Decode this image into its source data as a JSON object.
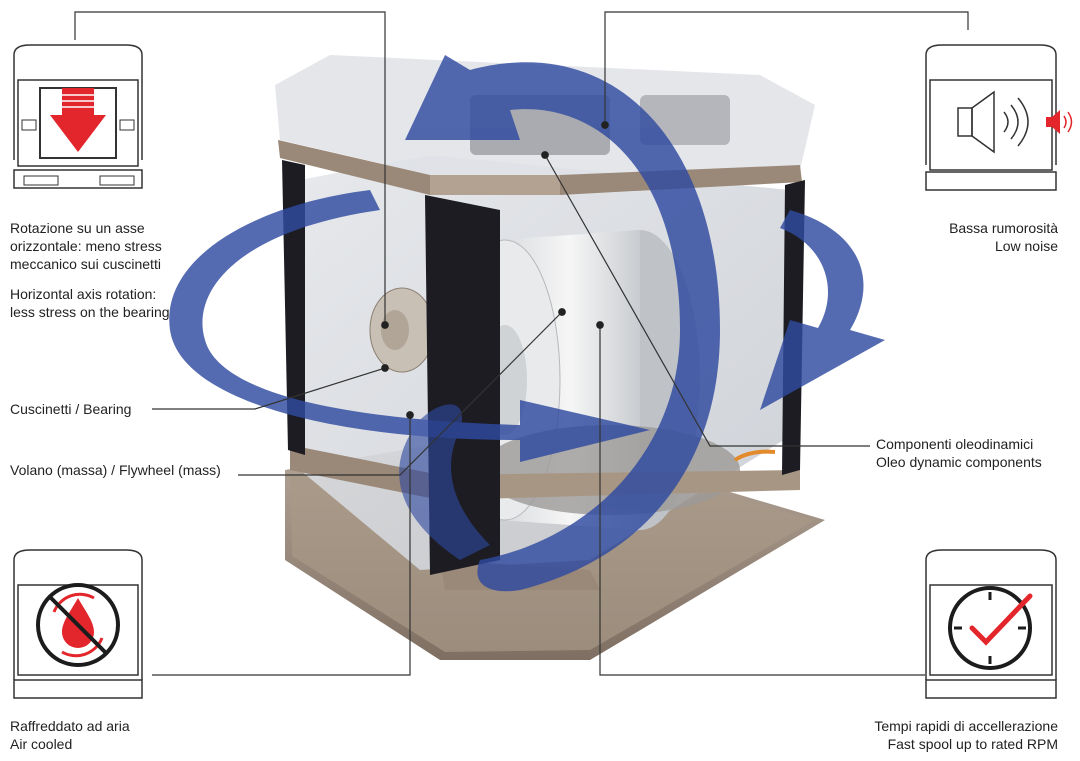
{
  "labels": {
    "rotation_it_1": "Rotazione su un asse",
    "rotation_it_2": "orizzontale: meno stress",
    "rotation_it_3": "meccanico sui cuscinetti",
    "rotation_en_1": "Horizontal axis rotation:",
    "rotation_en_2": "less stress on the bearing",
    "bearing": "Cuscinetti / Bearing",
    "flywheel": "Volano (massa) / Flywheel (mass)",
    "air_it": "Raffreddato ad aria",
    "air_en": "Air cooled",
    "noise_it": "Bassa rumorosità",
    "noise_en": "Low noise",
    "oleo_it": "Componenti oleodinamici",
    "oleo_en": "Oleo dynamic components",
    "spool_it": "Tempi rapidi di accellerazione",
    "spool_en": "Fast spool up to rated RPM"
  },
  "colors": {
    "arrow_blue": "#2f4aa0",
    "accent_red": "#e3262b",
    "frame_bronze": "#9a8878",
    "column_dark": "#1c1c22",
    "line_gray": "#444444"
  },
  "icons": [
    "horizontal-axis-rotation-icon",
    "low-noise-speaker-icon",
    "no-liquid-cooling-icon",
    "fast-acceleration-clock-icon"
  ]
}
